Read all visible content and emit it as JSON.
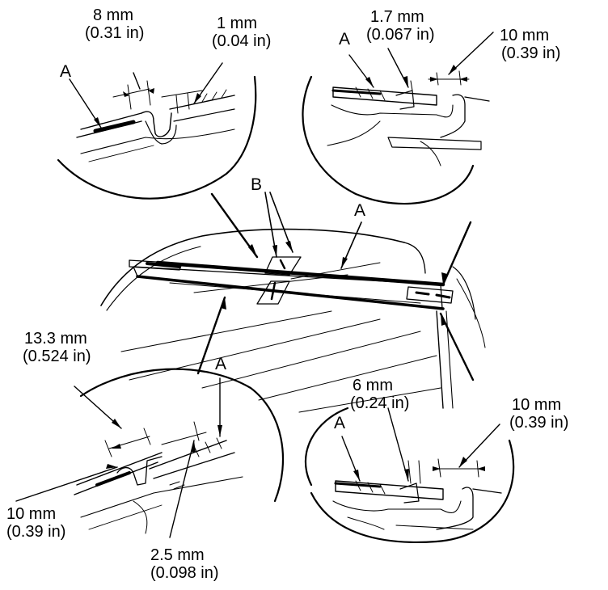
{
  "callouts": {
    "top_left": {
      "dim1": "8 mm",
      "dim1_in": "(0.31 in)",
      "dim2": "1 mm",
      "dim2_in": "(0.04 in)",
      "part": "A"
    },
    "top_right": {
      "dim1": "1.7 mm",
      "dim1_in": "(0.067 in)",
      "dim2": "10 mm",
      "dim2_in": "(0.39 in)",
      "part": "A"
    },
    "bottom_left": {
      "dim1": "13.3 mm",
      "dim1_in": "(0.524 in)",
      "dim2": "10 mm",
      "dim2_in": "(0.39 in)",
      "dim3": "2.5 mm",
      "dim3_in": "(0.098 in)",
      "part": "A"
    },
    "bottom_right": {
      "dim1": "6 mm",
      "dim1_in": "(0.24 in)",
      "dim2": "10 mm",
      "dim2_in": "(0.39 in)",
      "part": "A"
    }
  },
  "main": {
    "part_a": "A",
    "part_b": "B"
  },
  "colors": {
    "line": "#000000",
    "background": "#ffffff"
  }
}
